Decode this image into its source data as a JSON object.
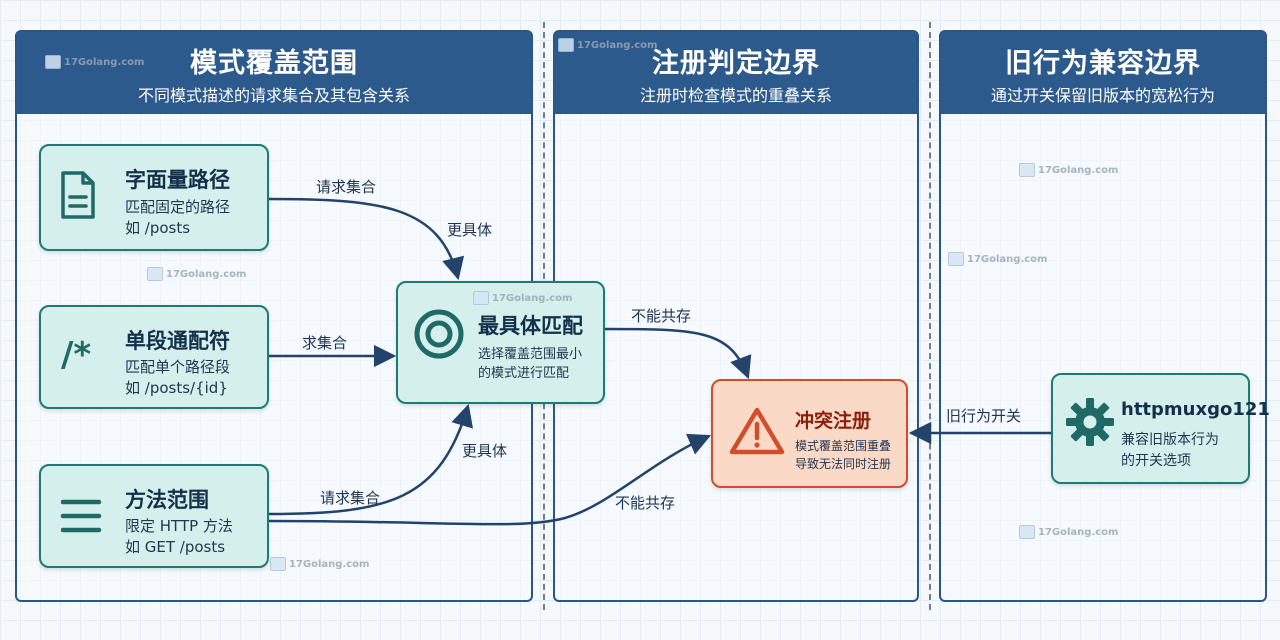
{
  "panels": [
    {
      "title": "模式覆盖范围",
      "subtitle": "不同模式描述的请求集合及其包含关系"
    },
    {
      "title": "注册判定边界",
      "subtitle": "注册时检查模式的重叠关系"
    },
    {
      "title": "旧行为兼容边界",
      "subtitle": "通过开关保留旧版本的宽松行为"
    }
  ],
  "nodes": {
    "literal": {
      "title": "字面量路径",
      "desc1": "匹配固定的路径",
      "desc2": "如 /posts",
      "icon": "document-icon"
    },
    "wildcard": {
      "title": "单段通配符",
      "desc1": "匹配单个路径段",
      "desc2": "如 /posts/{id}",
      "icon_text": "/*"
    },
    "method": {
      "title": "方法范围",
      "desc1": "限定 HTTP 方法",
      "desc2": "如 GET /posts",
      "icon": "menu-icon"
    },
    "specific": {
      "title": "最具体匹配",
      "desc1": "选择覆盖范围最小",
      "desc2": "的模式进行匹配",
      "icon": "target-icon"
    },
    "conflict": {
      "title": "冲突注册",
      "desc1": "模式覆盖范围重叠",
      "desc2": "导致无法同时注册",
      "icon": "warning-icon"
    },
    "compat": {
      "title": "httpmuxgo121",
      "desc1": "兼容旧版本行为",
      "desc2": "的开关选项",
      "icon": "gear-icon"
    }
  },
  "edge_labels": {
    "literal_to_specific_a": "请求集合",
    "literal_to_specific_b": "更具体",
    "wildcard_to_specific": "求集合",
    "method_to_specific_a": "请求集合",
    "method_to_specific_b": "更具体",
    "specific_to_conflict": "不能共存",
    "method_to_conflict": "不能共存",
    "compat_to_conflict": "旧行为开关"
  },
  "watermark": "17Golang.com",
  "colors": {
    "header": "#2d5a8c",
    "node_fill": "#d5efec",
    "node_border": "#1f7a74",
    "conflict_fill": "#fbd9c7",
    "conflict_border": "#d24d2a",
    "edge": "#24436b"
  }
}
